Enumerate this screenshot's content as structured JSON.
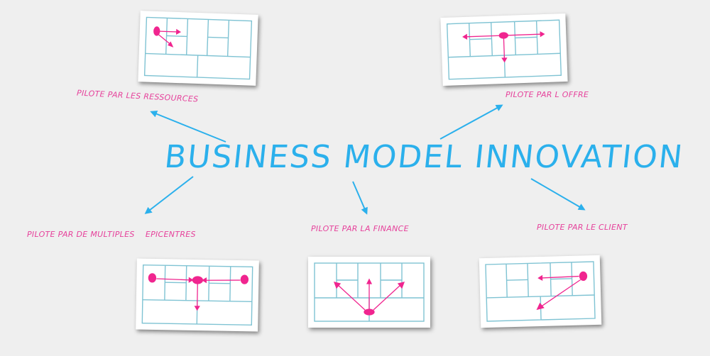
{
  "title": "BUSINESS MODEL INNOVATION",
  "labels": {
    "resources": "PILOTE PAR LES RESSOURCES",
    "offer": "PILOTE PAR L OFFRE",
    "multiple": "PILOTE PAR DE MULTIPLES    EPICENTRES",
    "finance": "PILOTE PAR LA FINANCE",
    "client": "PILOTE PAR LE CLIENT"
  },
  "colors": {
    "background": "#efefef",
    "title": "#2bb0ec",
    "arrow": "#2bb0ec",
    "label": "#e6419b",
    "canvas_line": "#7fc3d3",
    "canvas_marker": "#f0258f"
  }
}
